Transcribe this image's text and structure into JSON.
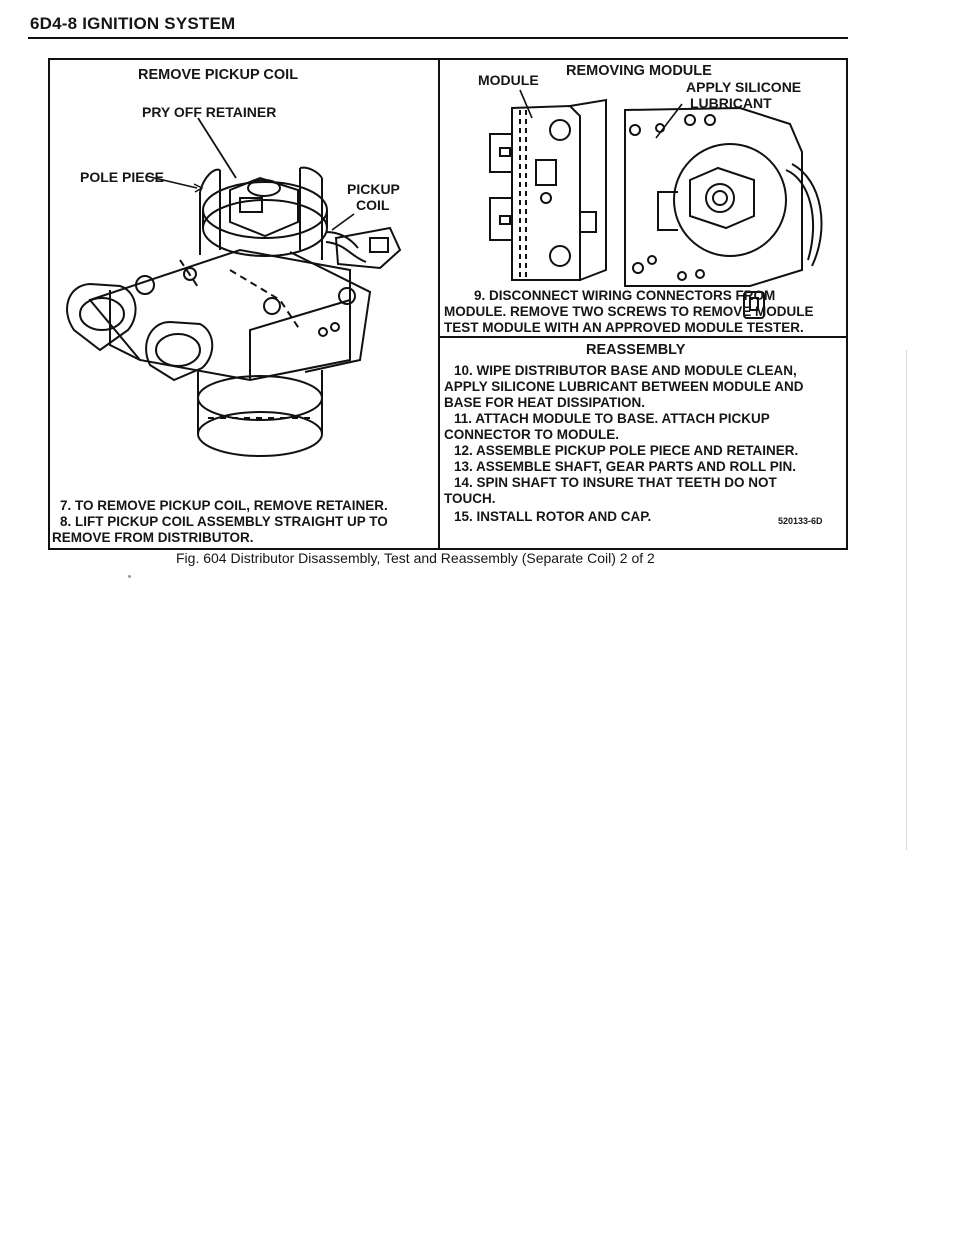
{
  "page_header": {
    "title": "6D4-8 IGNITION SYSTEM"
  },
  "left_panel": {
    "title": "REMOVE PICKUP COIL",
    "callouts": {
      "pry_off_retainer": "PRY OFF RETAINER",
      "pole_piece": "POLE PIECE",
      "pickup_coil": [
        "PICKUP",
        "COIL"
      ]
    },
    "steps": [
      "7. TO REMOVE PICKUP COIL, REMOVE RETAINER.",
      "8. LIFT PICKUP COIL ASSEMBLY STRAIGHT UP TO",
      "REMOVE FROM DISTRIBUTOR."
    ]
  },
  "right_top_panel": {
    "title": "REMOVING MODULE",
    "callouts": {
      "module": "MODULE",
      "apply_silicone": [
        "APPLY SILICONE",
        "LUBRICANT"
      ]
    },
    "steps": [
      "9. DISCONNECT WIRING CONNECTORS FROM",
      "MODULE. REMOVE TWO SCREWS TO REMOVE MODULE",
      "TEST MODULE WITH AN APPROVED MODULE TESTER."
    ]
  },
  "right_bottom_panel": {
    "title": "REASSEMBLY",
    "steps": [
      "10. WIPE DISTRIBUTOR BASE AND MODULE CLEAN,",
      "APPLY SILICONE LUBRICANT BETWEEN MODULE AND",
      "BASE FOR HEAT DISSIPATION.",
      "11. ATTACH MODULE TO BASE. ATTACH PICKUP",
      "CONNECTOR TO MODULE.",
      "12. ASSEMBLE PICKUP POLE PIECE AND RETAINER.",
      "13. ASSEMBLE SHAFT, GEAR PARTS AND ROLL PIN.",
      "14. SPIN SHAFT TO INSURE THAT TEETH DO NOT",
      "TOUCH.",
      "15. INSTALL ROTOR AND CAP."
    ],
    "part_number": "520133-6D"
  },
  "figure_caption": "Fig. 604 Distributor Disassembly, Test and Reassembly (Separate Coil) 2 of 2"
}
